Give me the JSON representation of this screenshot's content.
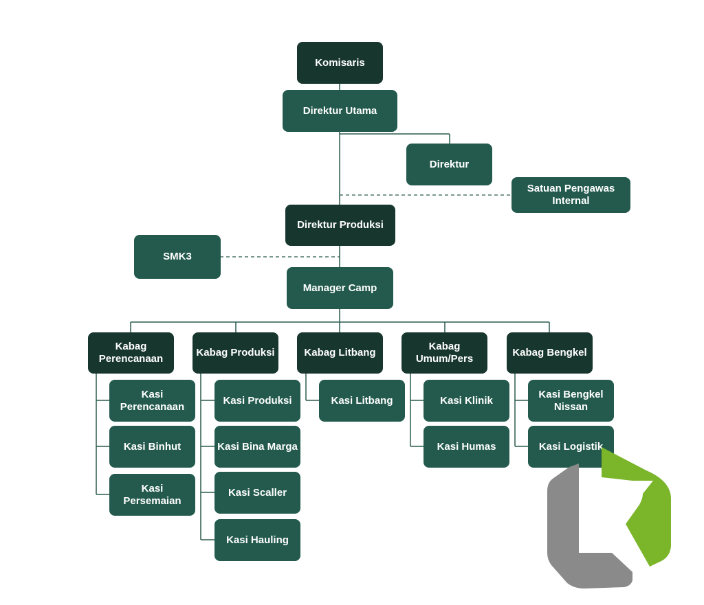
{
  "colors": {
    "dark": "#17362d",
    "medium": "#235a4d",
    "line": "#2a5a4d",
    "logo_gray": "#8a8a8a",
    "logo_green": "#7ab52a"
  },
  "chart": {
    "top": {
      "komisaris": "Komisaris",
      "direktur_utama": "Direktur Utama",
      "direktur": "Direktur",
      "spi": "Satuan Pengawas Internal",
      "direktur_produksi": "Direktur Produksi",
      "smk3": "SMK3",
      "manager_camp": "Manager Camp"
    },
    "departments": [
      {
        "kabag": "Kabag Perencanaan",
        "kasi": [
          "Kasi Perencanaan",
          "Kasi Binhut",
          "Kasi Persemaian"
        ]
      },
      {
        "kabag": "Kabag Produksi",
        "kasi": [
          "Kasi Produksi",
          "Kasi Bina Marga",
          "Kasi Scaller",
          "Kasi Hauling"
        ]
      },
      {
        "kabag": "Kabag Litbang",
        "kasi": [
          "Kasi Litbang"
        ]
      },
      {
        "kabag": "Kabag Umum/Pers",
        "kasi": [
          "Kasi Klinik",
          "Kasi Humas"
        ]
      },
      {
        "kabag": "Kabag Bengkel",
        "kasi": [
          "Kasi Bengkel Nissan",
          "Kasi Logistik"
        ]
      }
    ]
  },
  "logo": {
    "icon": "k-hexagon-logo"
  }
}
